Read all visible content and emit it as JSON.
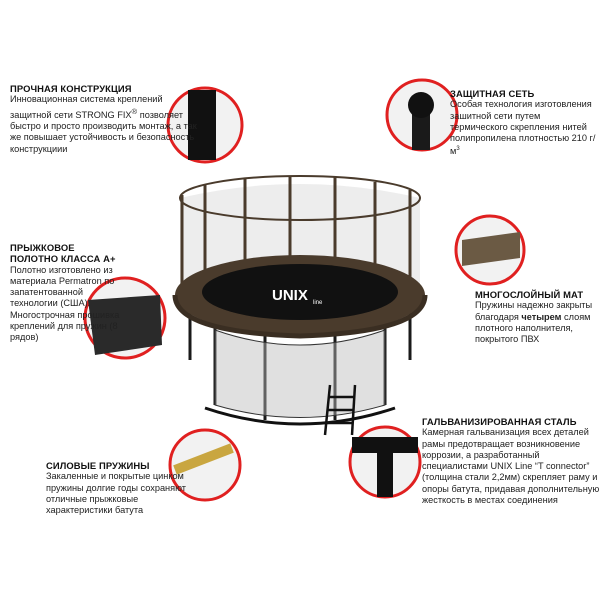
{
  "features": [
    {
      "title": "ПРОЧНАЯ КОНСТРУКЦИЯ",
      "text": "Инновационная система креплений защитной сети STRONG FIX",
      "mark": "®",
      "text2": " позволяет быстро и просто производить монтаж, а так же повышает устойчивость и безопасность конструкциии"
    },
    {
      "title": "ЗАЩИТНАЯ СЕТЬ",
      "text": "Особая технология изготовления зашитной сети путем термического скрепления нитей полипропилена плотностью 210 г/м",
      "sup": "3"
    },
    {
      "title": "ПРЫЖКОВОЕ ПОЛОТНО КЛАССА А+",
      "text": "Полотно изготовлено из материала Permatron по запатентованной технологии (США). Многострочная прошивка креплений для пружин (8 рядов)"
    },
    {
      "title": "МНОГОСЛОЙНЫЙ МАТ",
      "text_a": "Пружины надежно закрыты благодаря ",
      "bold": "четырем",
      "text_b": " слоям плотного наполнителя, покрытого ПВХ"
    },
    {
      "title": "СИЛОВЫЕ ПРУЖИНЫ",
      "text": "Закаленные и покрытые цинком пружины долгие годы сохраняют отличные прыжковые характеристики батута"
    },
    {
      "title": "ГАЛЬВАНИЗИРОВАННАЯ СТАЛЬ",
      "text": "Камерная гальванизация всех деталей рамы предотвращает возникновение коррозии, а разработанный специалистами  UNIX Line “T connector” (толщина стали 2,2мм) скрепляет раму и опоры батута, придавая дополнительную жесткость в местах соединения"
    }
  ],
  "logo": {
    "brand": "UNIX",
    "sub": "line"
  },
  "colors": {
    "accent": "#e02020",
    "frame": "#4a3b2c",
    "net": "#222222"
  }
}
